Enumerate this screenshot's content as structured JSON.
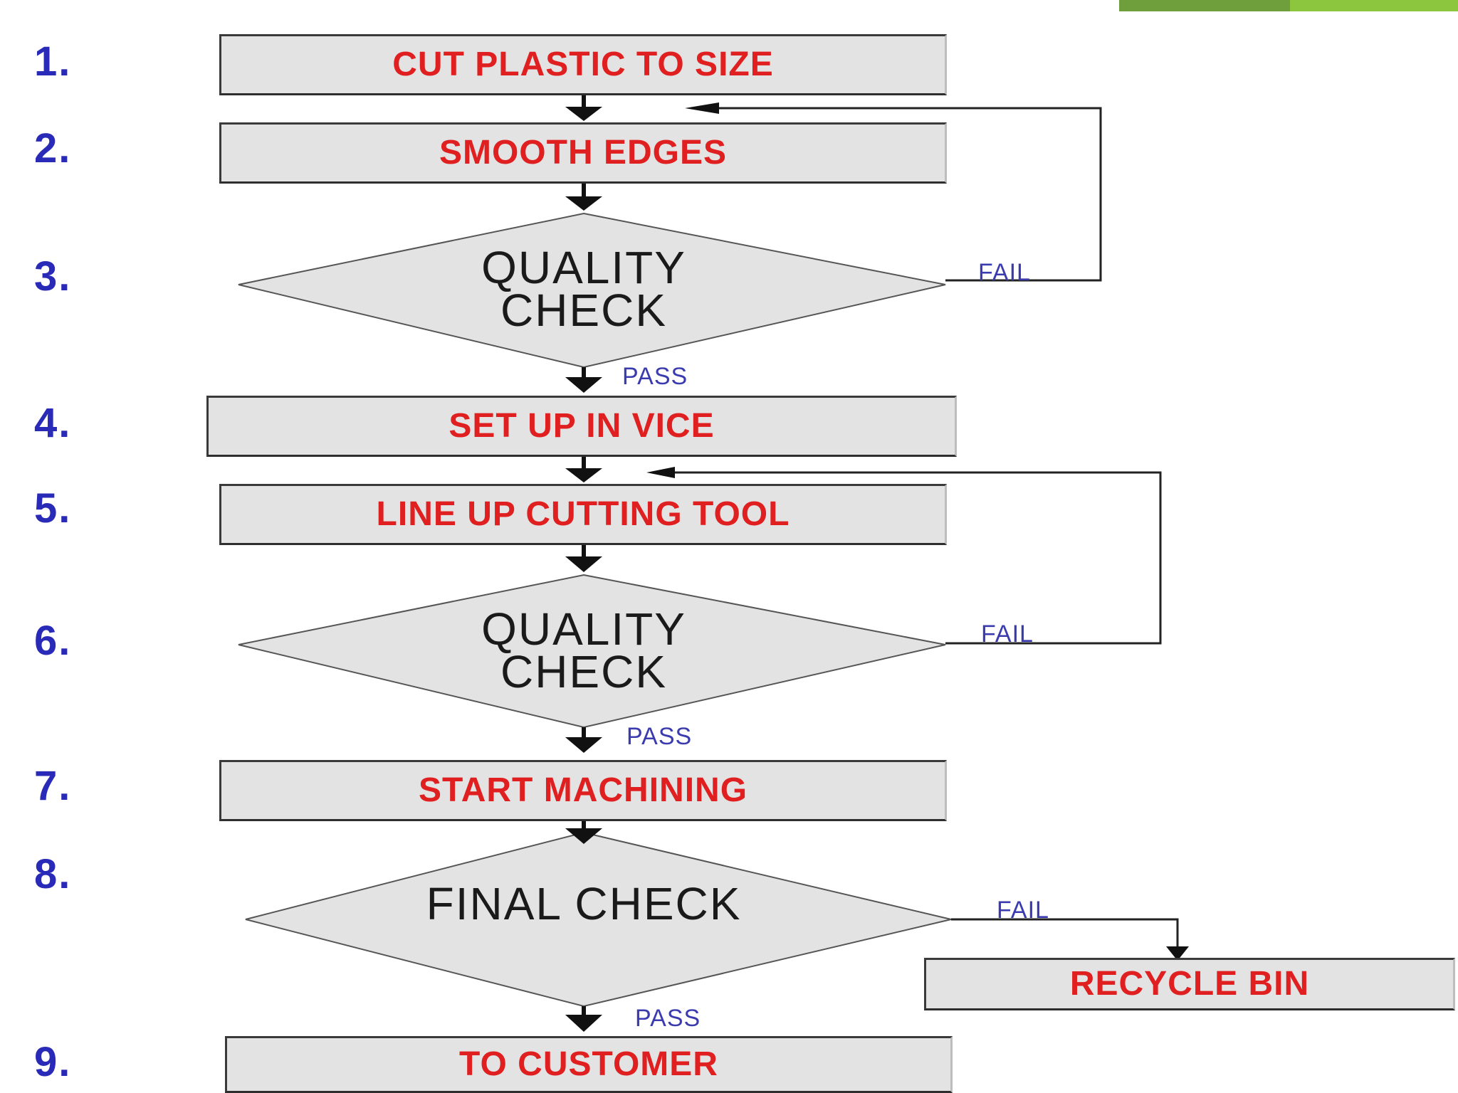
{
  "colors": {
    "process_fill": "#e3e3e3",
    "process_text": "#e02020",
    "decision_text": "#1a1a1a",
    "step_number": "#2a2ab8",
    "branch_text": "#3b3bb0",
    "accent_dark": "#6f9e3c",
    "accent_light": "#8cc63f"
  },
  "steps": [
    {
      "number": "1.",
      "label": "CUT PLASTIC TO SIZE"
    },
    {
      "number": "2.",
      "label": "SMOOTH EDGES"
    },
    {
      "number": "3.",
      "label": "QUALITY CHECK"
    },
    {
      "number": "4.",
      "label": "SET UP IN VICE"
    },
    {
      "number": "5.",
      "label": "LINE UP CUTTING TOOL"
    },
    {
      "number": "6.",
      "label": "QUALITY CHECK"
    },
    {
      "number": "7.",
      "label": "START MACHINING"
    },
    {
      "number": "8.",
      "label": "FINAL CHECK"
    },
    {
      "number": "9.",
      "label": "TO CUSTOMER"
    }
  ],
  "recycle": {
    "label": "RECYCLE BIN"
  },
  "branches": {
    "pass": "PASS",
    "fail": "FAIL"
  }
}
